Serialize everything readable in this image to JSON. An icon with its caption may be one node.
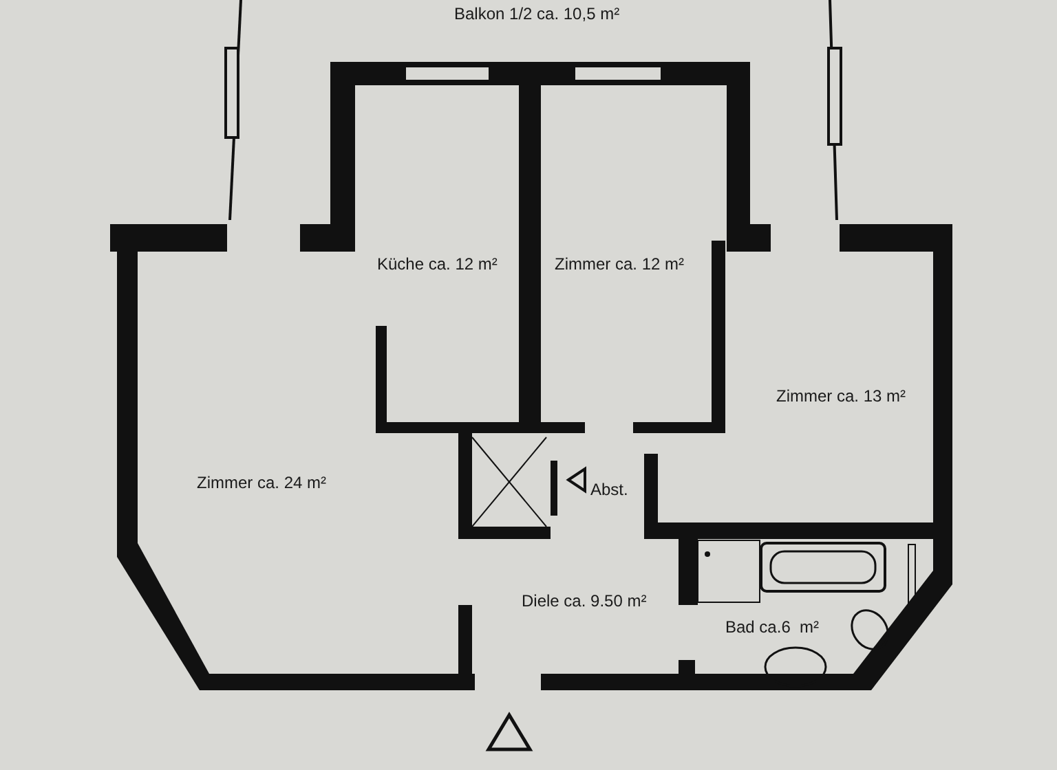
{
  "diagram": {
    "labels": [
      "Balkon 1/2 ca. 10,5 m²",
      "Küche ca. 12 m²",
      "Zimmer ca. 12 m²",
      "Zimmer ca. 13 m²",
      "Zimmer ca. 24 m²",
      "Abst.",
      "Diele ca. 9.50 m²",
      "Bad ca.6  m²"
    ]
  }
}
